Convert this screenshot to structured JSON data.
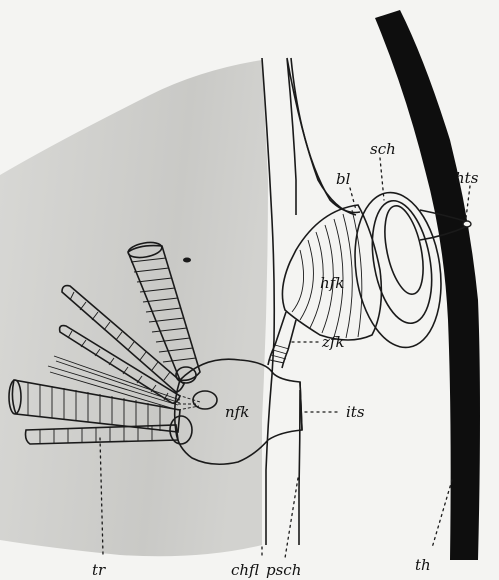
{
  "labels": {
    "bl": "bl",
    "sch": "sch",
    "hts": "hts",
    "hfk": "hfk",
    "zfk": "zfk",
    "nfk": "nfk",
    "its": "its",
    "tr": "tr",
    "chfl": "chfl",
    "psch": "psch",
    "th": "th"
  },
  "colors": {
    "ink": "#1a1a1a",
    "paper": "#f4f4f2",
    "shade": "#cfcfcc"
  }
}
